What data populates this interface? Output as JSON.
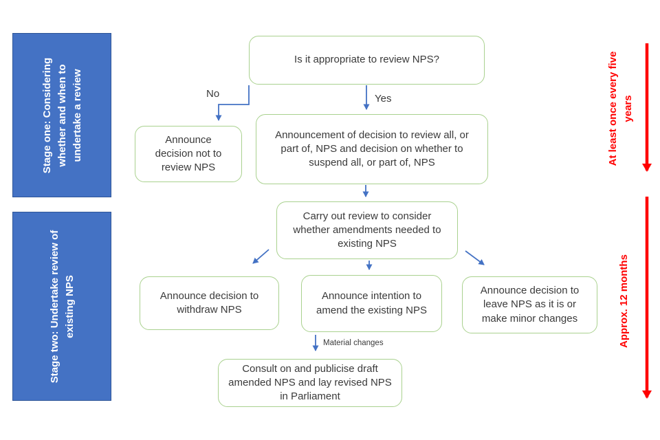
{
  "stages": [
    {
      "label": "Stage one: Considering whether and when to undertake a review"
    },
    {
      "label": "Stage two: Undertake review of existing NPS"
    }
  ],
  "nodes": {
    "question": "Is it appropriate to review NPS?",
    "announce_not_review": "Announce decision not to review NPS",
    "announce_review": "Announcement of decision to review all, or part of, NPS and decision on whether to suspend all, or part of, NPS",
    "carry_out_review": "Carry out review to consider whether amendments needed to existing NPS",
    "withdraw": "Announce decision to withdraw NPS",
    "amend": "Announce intention to amend the existing NPS",
    "leave": "Announce decision to leave NPS as it is or make minor changes",
    "consult": "Consult on and publicise draft amended NPS and lay revised NPS in Parliament"
  },
  "edge_labels": {
    "yes": "Yes",
    "no": "No",
    "material": "Material changes"
  },
  "timelines": [
    {
      "label": "At least once every five years"
    },
    {
      "label": "Approx. 12 months"
    }
  ],
  "colors": {
    "blue": "#4472C4",
    "blue_dark": "#2E5597",
    "green": "#A9D18E",
    "red": "#FF0000",
    "ink": "#3A3A3A",
    "bg": "#FFFFFF"
  }
}
